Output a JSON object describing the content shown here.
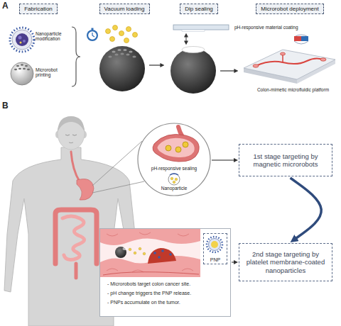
{
  "diagram": {
    "nodes": [
      {
        "text": [
          "Fabrication"
        ]
      },
      {
        "text": [
          "Vacuum loading"
        ]
      },
      {
        "text": [
          "Dip sealing"
        ]
      },
      {
        "text": [
          "Microrobot deployment"
        ]
      },
      {
        "text": [
          "pH-responsive sealing",
          "Nanoparticle"
        ]
      },
      {
        "text": [
          "1st stage targeting by magnetic microrobots"
        ]
      },
      {
        "text": [
          "- Microrobots target colon cancer site.",
          "- pH change triggers the PNP release.",
          "- PNPs accumulate on the tumor."
        ]
      },
      {
        "text": [
          "PNP"
        ],
        "in": 6
      },
      {
        "text": [
          "2nd stage targeting by platelet membrane-coated nanoparticles"
        ]
      }
    ],
    "edges": [
      {
        "from": 4,
        "to": 5,
        "arrow": "to"
      },
      {
        "from": 5,
        "to": 8,
        "arrow": "to"
      },
      {
        "from": 6,
        "to": 8,
        "arrow": "to"
      }
    ],
    "labels": [
      "A",
      "Nanoparticle modification",
      "Microrobot printing",
      "pH-responsive material coating",
      "Colon-mimetic microfluidic platform",
      "B"
    ]
  }
}
